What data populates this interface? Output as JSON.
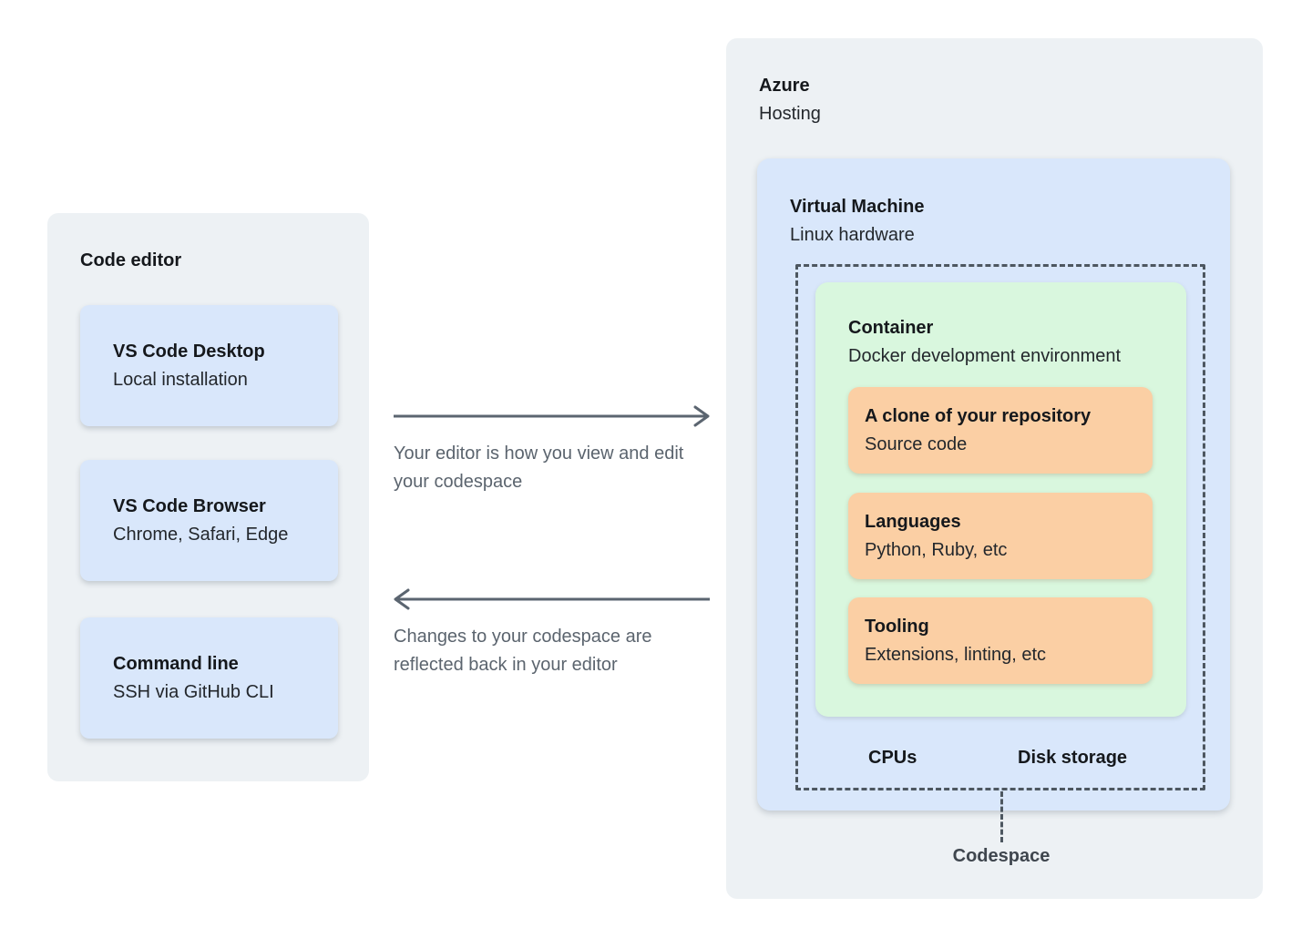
{
  "colors": {
    "page_bg": "#ffffff",
    "panel_bg": "#edf1f4",
    "card_blue": "#d9e7fb",
    "green": "#d9f7de",
    "orange": "#fbcfa4",
    "line": "#5b6570",
    "dash": "#4d5760",
    "heading_text": "#15181c",
    "body_text": "#23272c",
    "muted_text": "#5b646e",
    "codespace_text": "#3f464e"
  },
  "left_panel": {
    "title": "Code editor",
    "cards": [
      {
        "title": "VS Code Desktop",
        "subtitle": "Local installation"
      },
      {
        "title": "VS Code Browser",
        "subtitle": "Chrome, Safari, Edge"
      },
      {
        "title": "Command line",
        "subtitle": "SSH via GitHub CLI"
      }
    ]
  },
  "flows": {
    "to_codespace": "Your editor is how you view and edit your codespace",
    "from_codespace": "Changes to your codespace are reflected back in your editor"
  },
  "right_panel": {
    "title": "Azure",
    "subtitle": "Hosting",
    "vm": {
      "title": "Virtual Machine",
      "subtitle": "Linux hardware",
      "container": {
        "title": "Container",
        "subtitle": "Docker development environment",
        "items": [
          {
            "title": "A clone of your repository",
            "subtitle": "Source code"
          },
          {
            "title": "Languages",
            "subtitle": "Python, Ruby, etc"
          },
          {
            "title": "Tooling",
            "subtitle": "Extensions, linting, etc"
          }
        ]
      },
      "resources": [
        "CPUs",
        "Disk storage"
      ]
    },
    "codespace_label": "Codespace"
  }
}
